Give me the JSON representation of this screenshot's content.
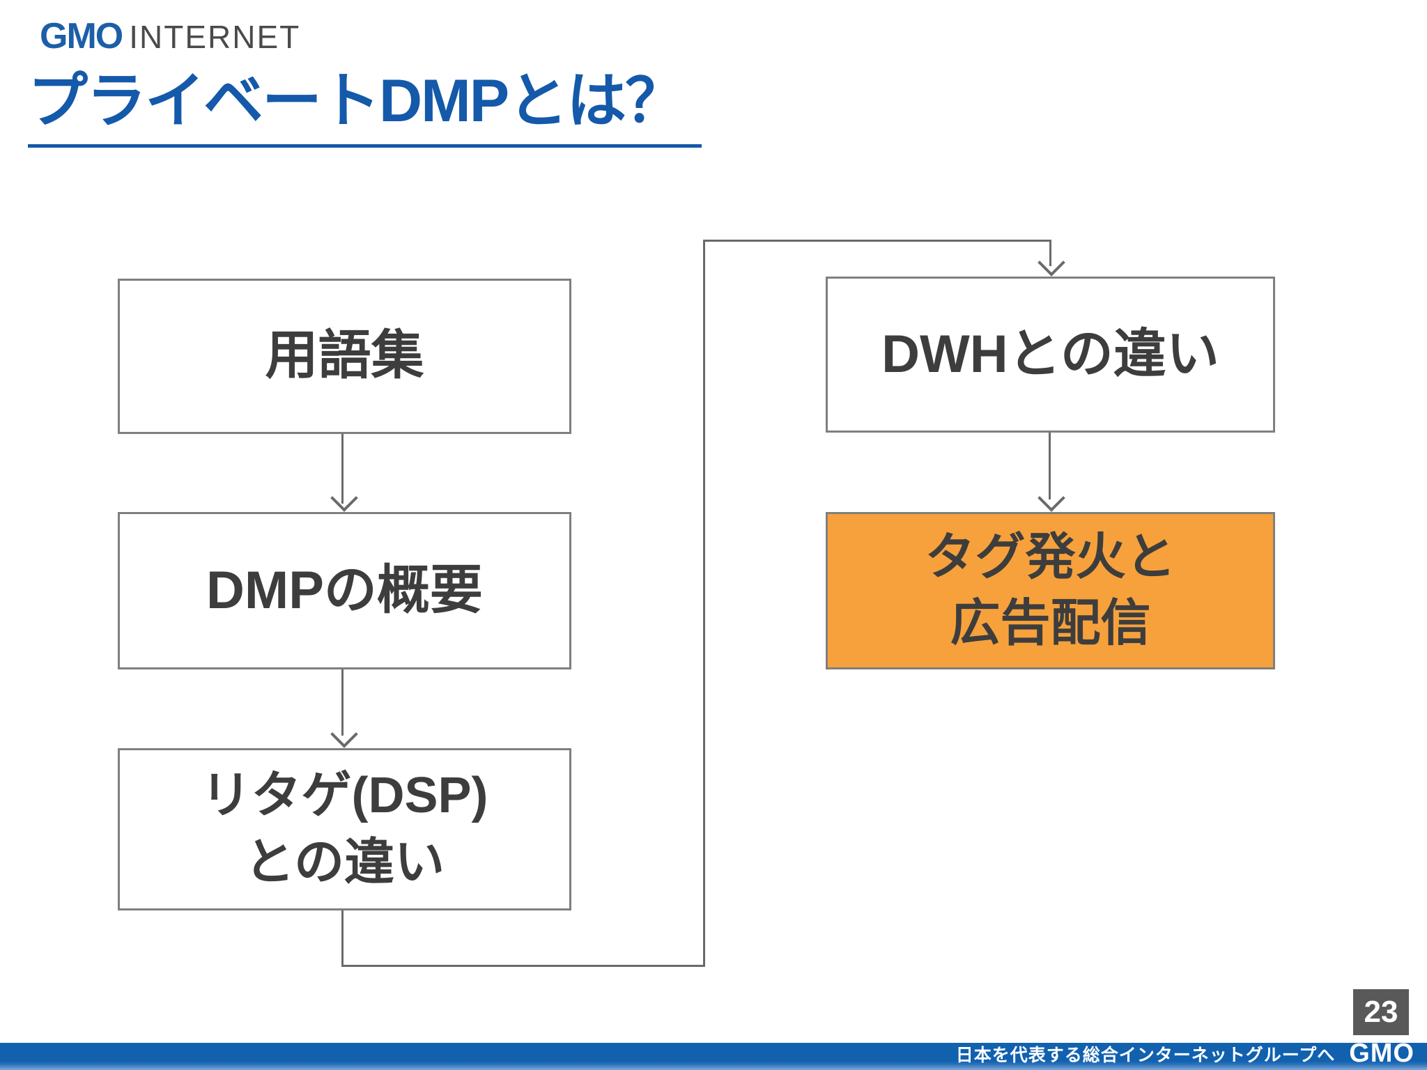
{
  "logo": {
    "gmo": "GMO",
    "internet": "INTERNET"
  },
  "title": "プライベートDMPとは？",
  "flowchart": {
    "boxes": [
      {
        "id": "glossary",
        "label": "用語集",
        "highlight": false
      },
      {
        "id": "overview",
        "label": "DMPの概要",
        "highlight": false
      },
      {
        "id": "retarget",
        "label": "リタゲ(DSP)\nとの違い",
        "highlight": false
      },
      {
        "id": "dwh",
        "label": "DWHとの違い",
        "highlight": false
      },
      {
        "id": "tagfire",
        "label": "タグ発火と\n広告配信",
        "highlight": true
      }
    ],
    "flow_order": "用語集 → DMPの概要 → リタゲ(DSP)との違い → DWHとの違い → タグ発火と広告配信"
  },
  "page_number": "23",
  "footer": {
    "tagline": "日本を代表する総合インターネットグループへ",
    "logo": "GMO"
  },
  "colors": {
    "title_blue": "#1459AA",
    "logo_blue": "#1C5FA8",
    "logo_gray": "#4A4A4A",
    "box_border": "#7F7F7F",
    "box_text": "#3D3D3D",
    "connector_gray": "#6A6A6A",
    "highlight_orange": "#F7A13C",
    "badge_bg": "#595959",
    "footer_blue": "#1161AF"
  }
}
